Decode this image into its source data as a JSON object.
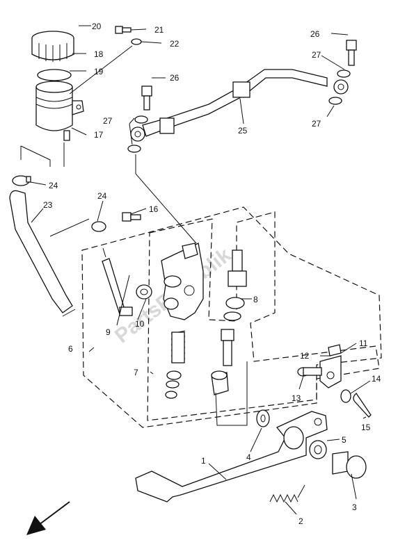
{
  "watermark": "PartsRepublik",
  "callouts": {
    "c1": "1",
    "c2": "2",
    "c3": "3",
    "c4": "4",
    "c5": "5",
    "c6": "6",
    "c7": "7",
    "c8": "8",
    "c9": "9",
    "c10": "10",
    "c11": "11",
    "c12": "12",
    "c13": "13",
    "c14": "14",
    "c15": "15",
    "c16": "16",
    "c17": "17",
    "c18": "18",
    "c19": "19",
    "c20": "20",
    "c21": "21",
    "c22": "22",
    "c23": "23",
    "c24a": "24",
    "c24b": "24",
    "c25": "25",
    "c26a": "26",
    "c26b": "26",
    "c27a": "27",
    "c27b": "27",
    "c27c": "27"
  }
}
